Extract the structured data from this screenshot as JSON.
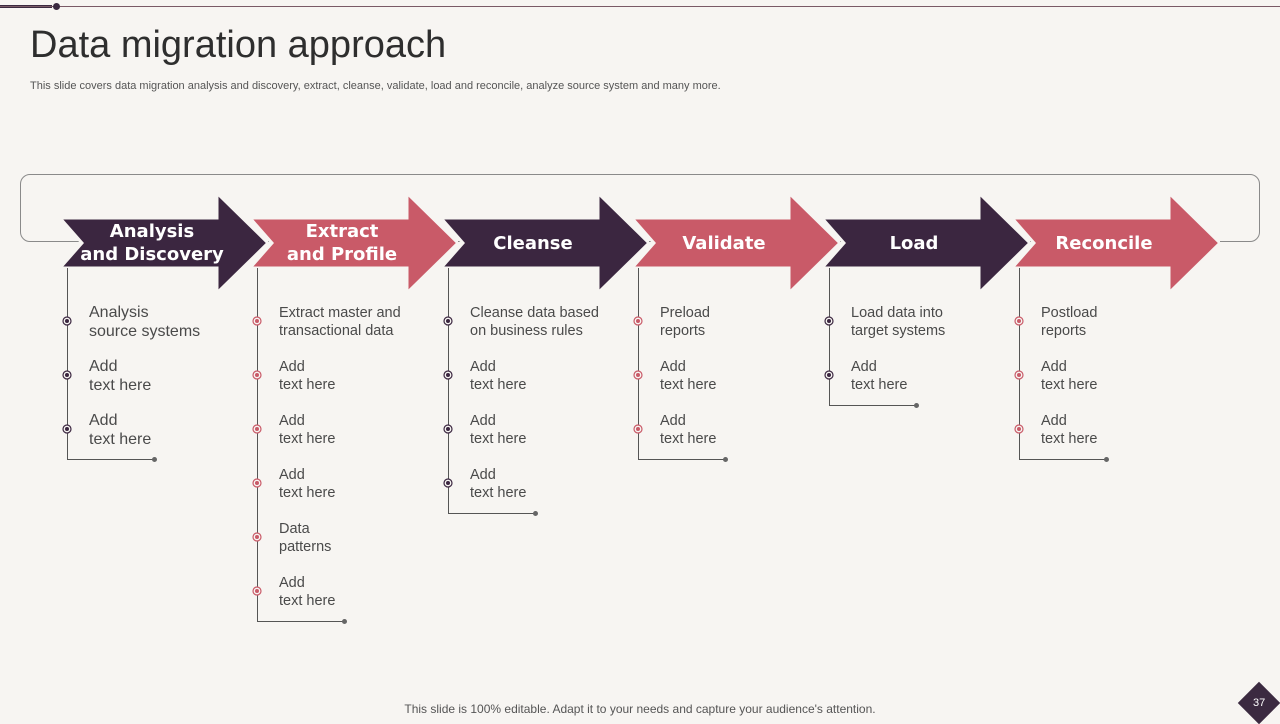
{
  "title": "Data migration approach",
  "subtitle": "This slide covers data migration analysis and discovery, extract,  cleanse, validate, load and reconcile, analyze  source system and many more.",
  "footer": "This slide is 100% editable. Adapt it to your needs and capture your audience's attention.",
  "page_number": "37",
  "colors": {
    "dark": "#3b2640",
    "rose": "#c95a68",
    "background": "#f7f5f2"
  },
  "stages": [
    {
      "label": "Analysis\nand Discovery",
      "color": "dark",
      "items": [
        "Analysis\nsource systems",
        "Add\ntext here",
        "Add\ntext here"
      ]
    },
    {
      "label": "Extract\nand Profile",
      "color": "rose",
      "items": [
        "Extract master and\ntransactional data",
        "Add\ntext here",
        "Add\ntext here",
        "Add\ntext here",
        "Data\npatterns",
        "Add\ntext here"
      ]
    },
    {
      "label": "Cleanse",
      "color": "dark",
      "items": [
        "Cleanse data based\non business rules",
        "Add\ntext here",
        "Add\ntext here",
        "Add\ntext here"
      ]
    },
    {
      "label": "Validate",
      "color": "rose",
      "items": [
        "Preload\nreports",
        "Add\ntext here",
        "Add\ntext here"
      ]
    },
    {
      "label": "Load",
      "color": "dark",
      "items": [
        "Load data into\ntarget systems",
        "Add\ntext here"
      ]
    },
    {
      "label": "Reconcile",
      "color": "rose",
      "items": [
        "Postload\nreports",
        "Add\ntext here",
        "Add\ntext here"
      ]
    }
  ]
}
